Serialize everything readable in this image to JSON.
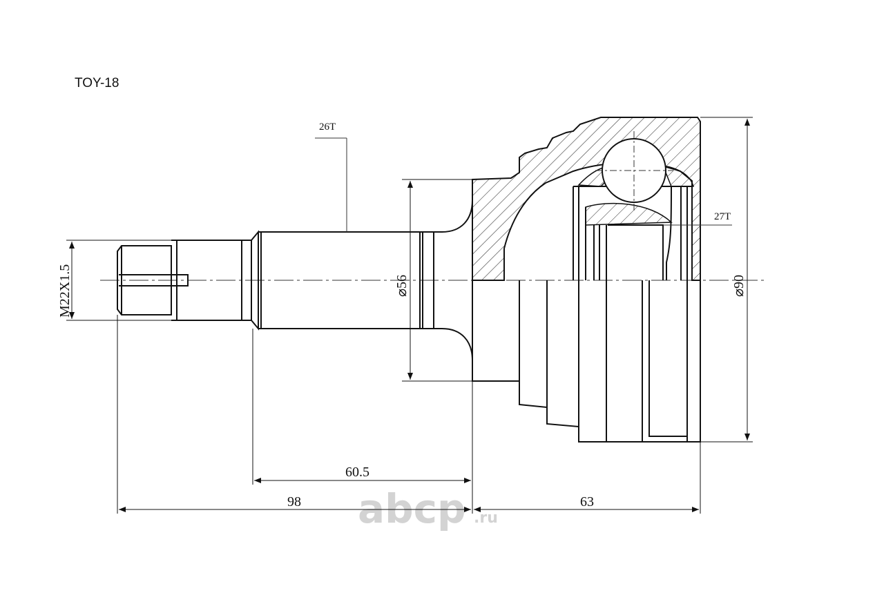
{
  "part_code": "TOY-18",
  "dimensions": {
    "spline_outer": "26T",
    "spline_inner": "27T",
    "thread": "M22X1.5",
    "seal_diameter": "⌀56",
    "body_diameter": "⌀90",
    "length_60_5": "60.5",
    "length_98": "98",
    "length_63": "63"
  },
  "watermark": {
    "brand": "abcp",
    "tld": ".ru"
  }
}
